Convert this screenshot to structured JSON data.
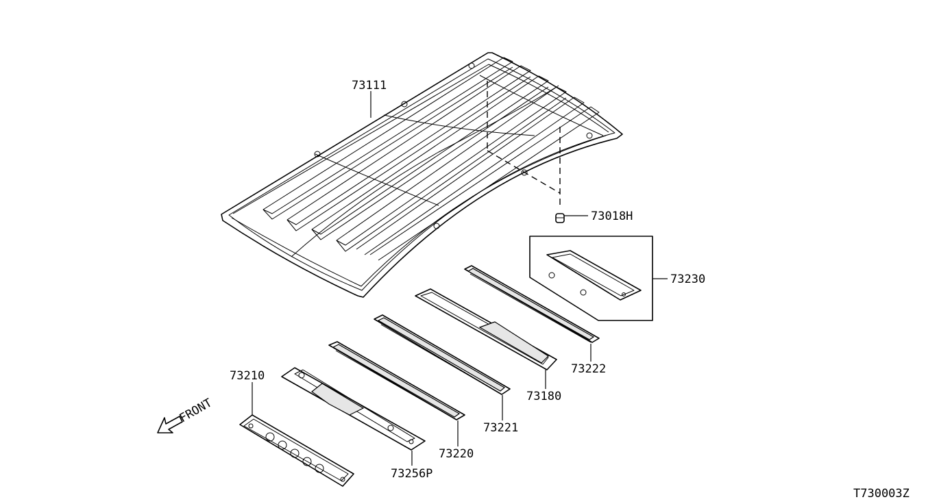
{
  "parts": {
    "roof_panel": "73111",
    "clip": "73018H",
    "bow_assembly": "73230",
    "rail_rear": "73222",
    "sunroof_rail": "73180",
    "rail_mid": "73221",
    "rail_mid_front": "73220",
    "rail_front": "73210",
    "bracket": "73256P"
  },
  "direction_label": "FRONT",
  "diagram_code": "T730003Z"
}
